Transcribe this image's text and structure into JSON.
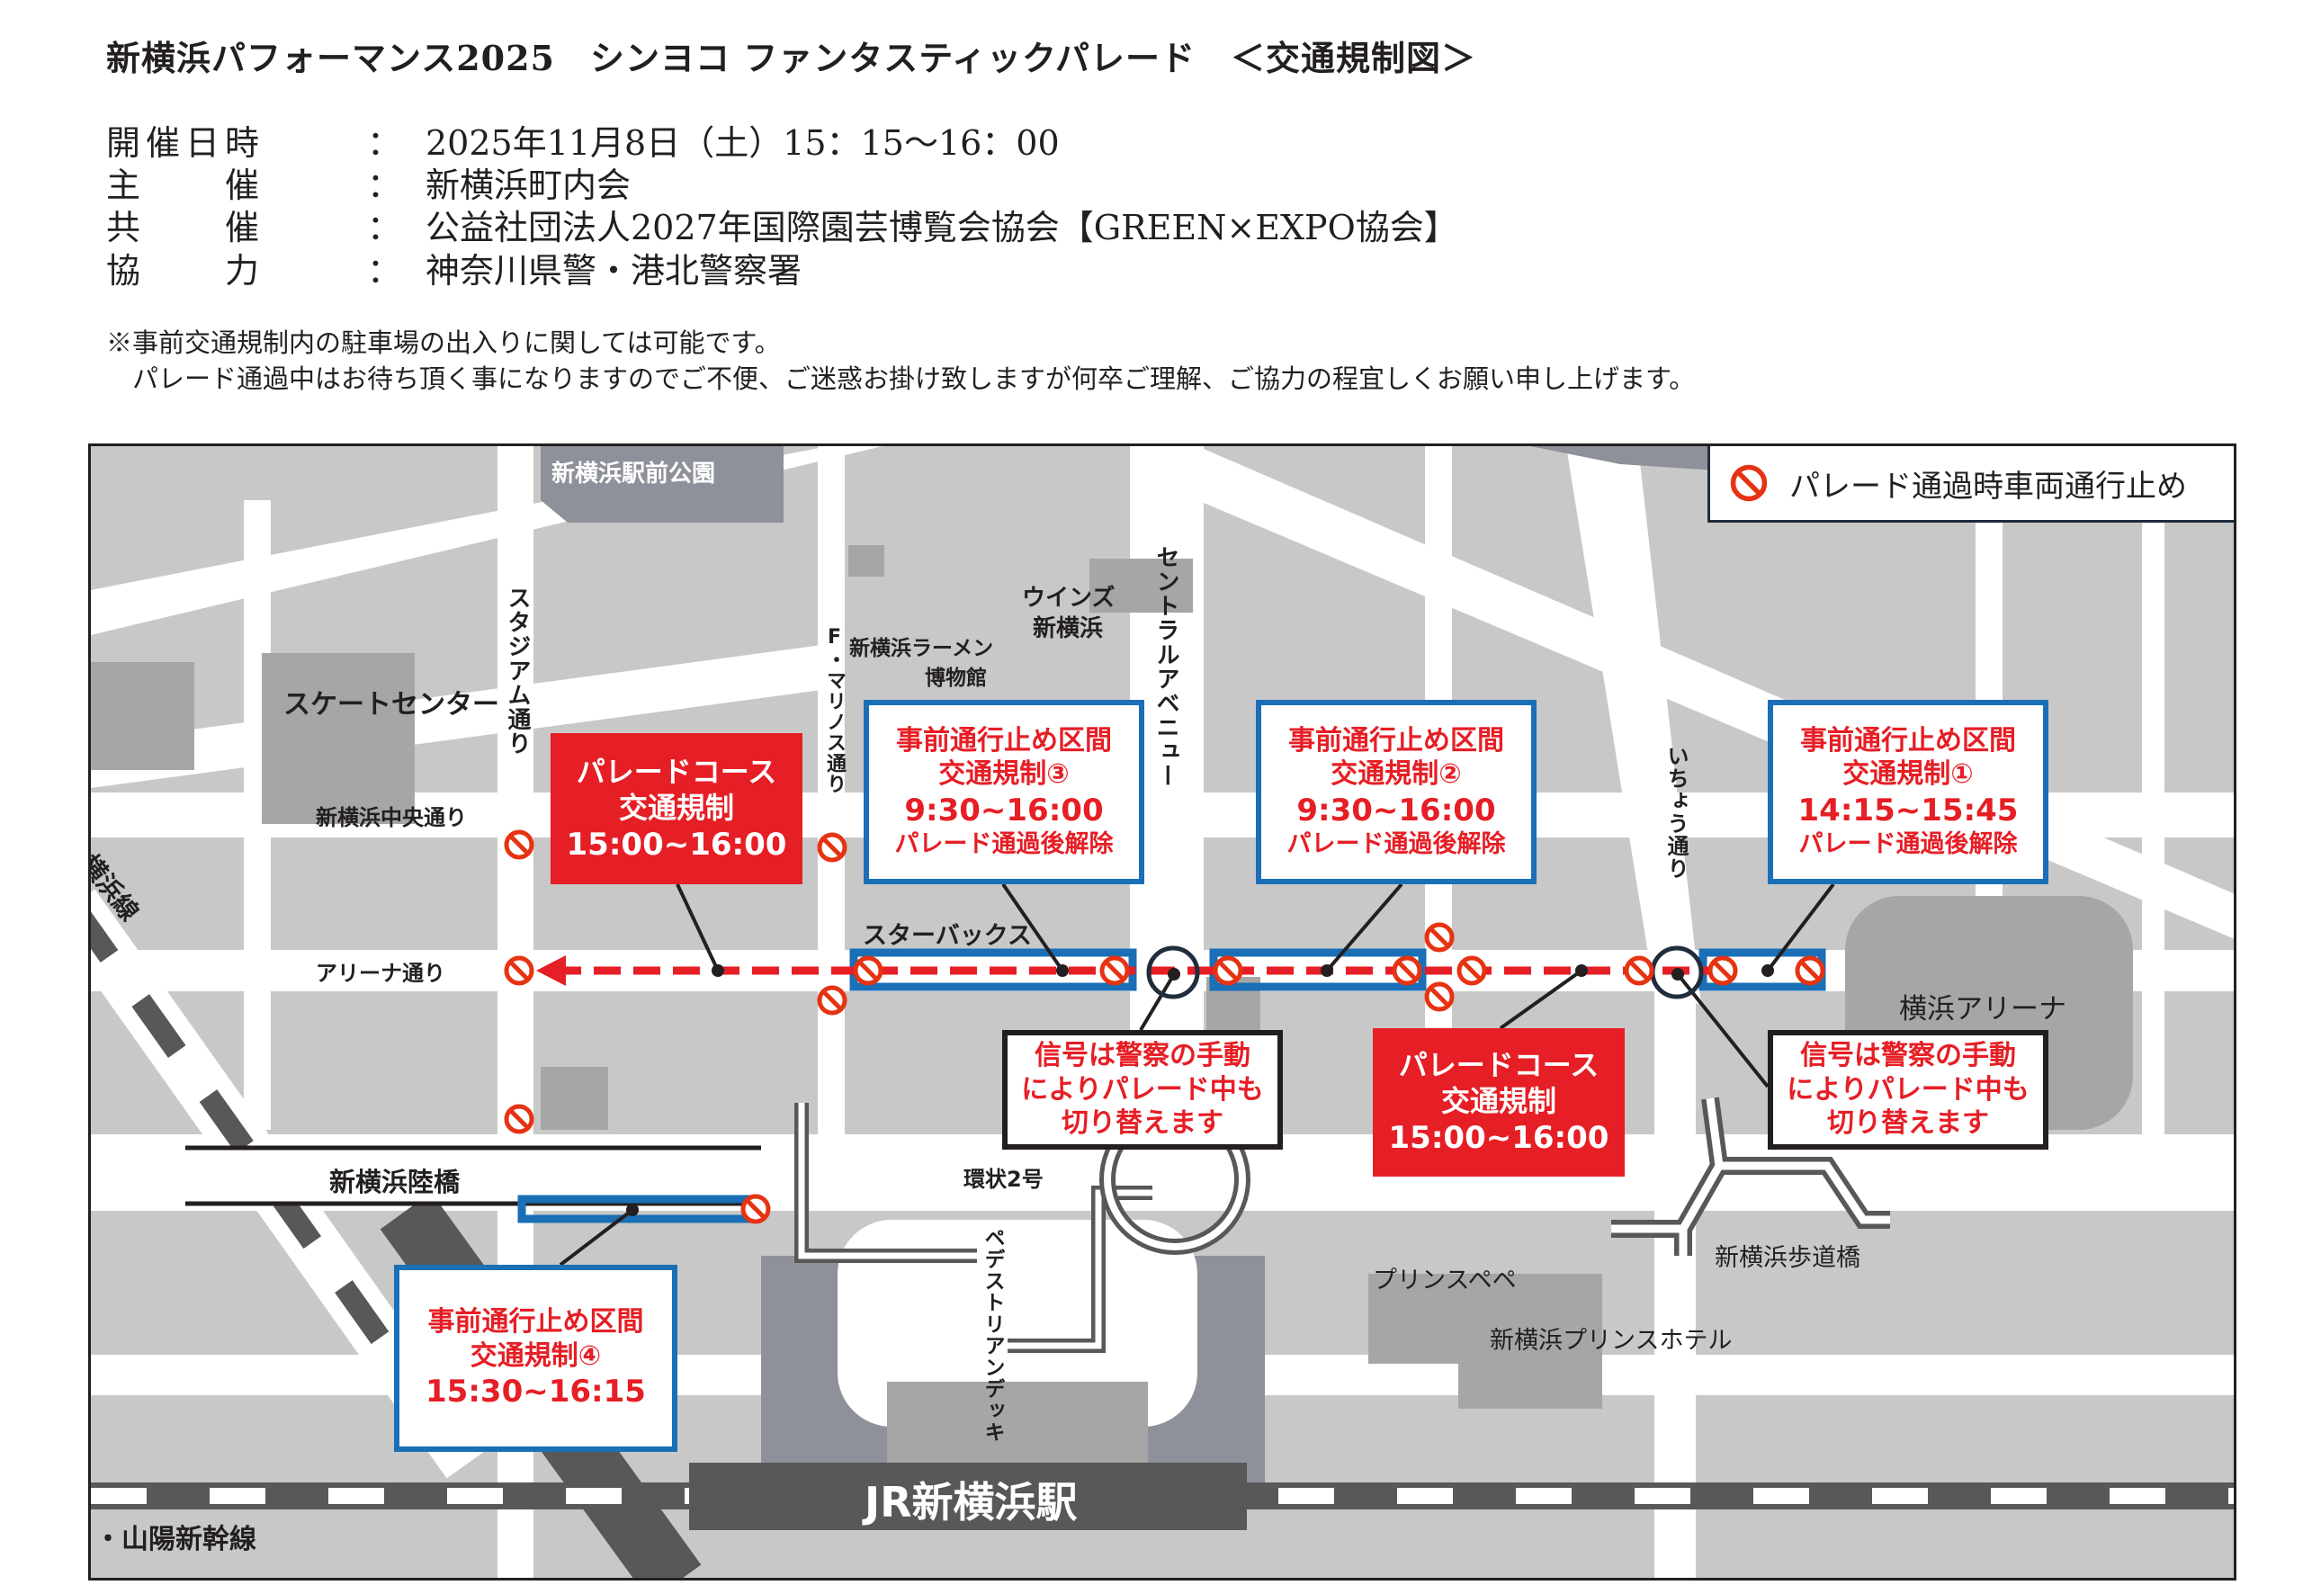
{
  "title": "新横浜パフォーマンス2025　シンヨコ ファンタスティックパレード　＜交通規制図＞",
  "info": [
    {
      "label": [
        "開",
        "催",
        "日",
        "時"
      ],
      "colon": "：",
      "value": "2025年11月8日（土）15：15〜16：00"
    },
    {
      "label": [
        "主",
        "催"
      ],
      "colon": "：",
      "value": "新横浜町内会"
    },
    {
      "label": [
        "共",
        "催"
      ],
      "colon": "：",
      "value": "公益社団法人2027年国際園芸博覧会協会【GREEN×EXPO協会】"
    },
    {
      "label": [
        "協",
        "力"
      ],
      "colon": "：",
      "value": "神奈川県警・港北警察署"
    }
  ],
  "notes": [
    "※事前交通規制内の駐車場の出入りに関しては可能です。",
    "　パレード通過中はお待ち頂く事になりますのでご不便、ご迷惑お掛け致しますが何卒ご理解、ご協力の程宜しくお願い申し上げます。"
  ],
  "map": {
    "legend": "パレード通過時車両通行止め",
    "labels": {
      "park": "新横浜駅前公園",
      "skate": "スケートセンター",
      "stadium_st": "スタジアム通り",
      "marinos_st": "F・マリノス通り",
      "ramen1": "新横浜ラーメン",
      "ramen2": "博物館",
      "winds1": "ウインズ",
      "winds2": "新横浜",
      "central": "セントラルアベニュー",
      "chuo": "新横浜中央通り",
      "arena_st": "アリーナ通り",
      "starbucks": "スターバックス",
      "icho": "いちょう通り",
      "arena": "横浜アリーナ",
      "rikkyo": "新横浜陸橋",
      "kanjo": "環状2号",
      "deck": "ペデストリアンデッキ",
      "pepe": "プリンスペペ",
      "hotel": "新横浜プリンスホテル",
      "hodokyo": "新横浜歩道橋",
      "station": "JR新横浜駅",
      "shinkansen": "・山陽新幹線",
      "yokohama_line": "横浜線"
    },
    "boxes": {
      "course_a": [
        "パレードコース",
        "交通規制",
        "15:00~16:00"
      ],
      "course_b": [
        "パレードコース",
        "交通規制",
        "15:00~16:00"
      ],
      "reg3": [
        "事前通行止め区間",
        "交通規制③",
        "9:30~16:00",
        "パレード通過後解除"
      ],
      "reg2": [
        "事前通行止め区間",
        "交通規制②",
        "9:30~16:00",
        "パレード通過後解除"
      ],
      "reg1": [
        "事前通行止め区間",
        "交通規制①",
        "14:15~15:45",
        "パレード通過後解除"
      ],
      "reg4": [
        "事前通行止め区間",
        "交通規制④",
        "15:30~16:15"
      ],
      "signal_a": [
        "信号は警察の手動",
        "によりパレード中も",
        "切り替えます"
      ],
      "signal_b": [
        "信号は警察の手動",
        "によりパレード中も",
        "切り替えます"
      ]
    },
    "colors": {
      "red": "#e61e25",
      "blue": "#1a6fb6",
      "road": "#ffffff",
      "block": "#c8c8c8",
      "building": "#a6a6a6",
      "dark": "#595757"
    }
  }
}
